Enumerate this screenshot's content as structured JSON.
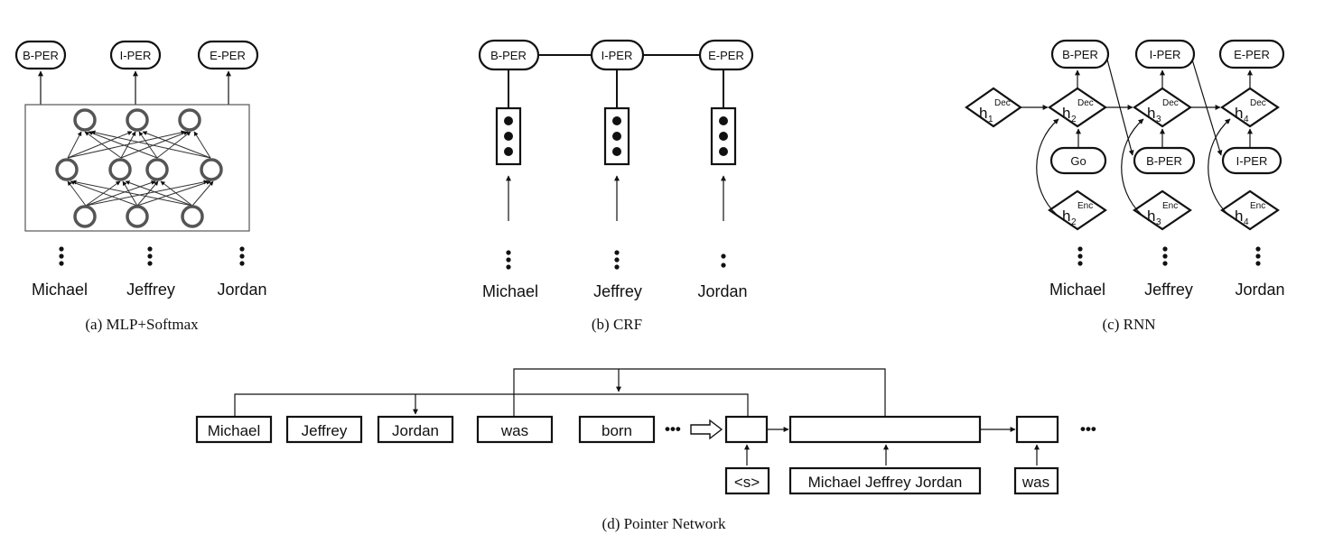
{
  "panel_a": {
    "tags": [
      "B-PER",
      "I-PER",
      "E-PER"
    ],
    "words": [
      "Michael",
      "Jeffrey",
      "Jordan"
    ],
    "caption": "(a)  MLP+Softmax"
  },
  "panel_b": {
    "tags": [
      "B-PER",
      "I-PER",
      "E-PER"
    ],
    "words": [
      "Michael",
      "Jeffrey",
      "Jordan"
    ],
    "caption": "(b)  CRF"
  },
  "panel_c": {
    "top_tags": [
      "B-PER",
      "I-PER",
      "E-PER"
    ],
    "input_tags": [
      "Go",
      "B-PER",
      "I-PER"
    ],
    "h_letter": "h",
    "dec_sup": "Dec",
    "enc_sup": "Enc",
    "dec_subs": [
      "1",
      "2",
      "3",
      "4"
    ],
    "enc_subs": [
      "2",
      "3",
      "4"
    ],
    "words": [
      "Michael",
      "Jeffrey",
      "Jordan"
    ],
    "caption": "(c)  RNN"
  },
  "panel_d": {
    "tokens": [
      "Michael",
      "Jeffrey",
      "Jordan",
      "was",
      "born"
    ],
    "ellipsis": "•••",
    "inputs": [
      "<s>",
      "Michael Jeffrey Jordan",
      "was"
    ],
    "caption": "(d)  Pointer Network"
  }
}
